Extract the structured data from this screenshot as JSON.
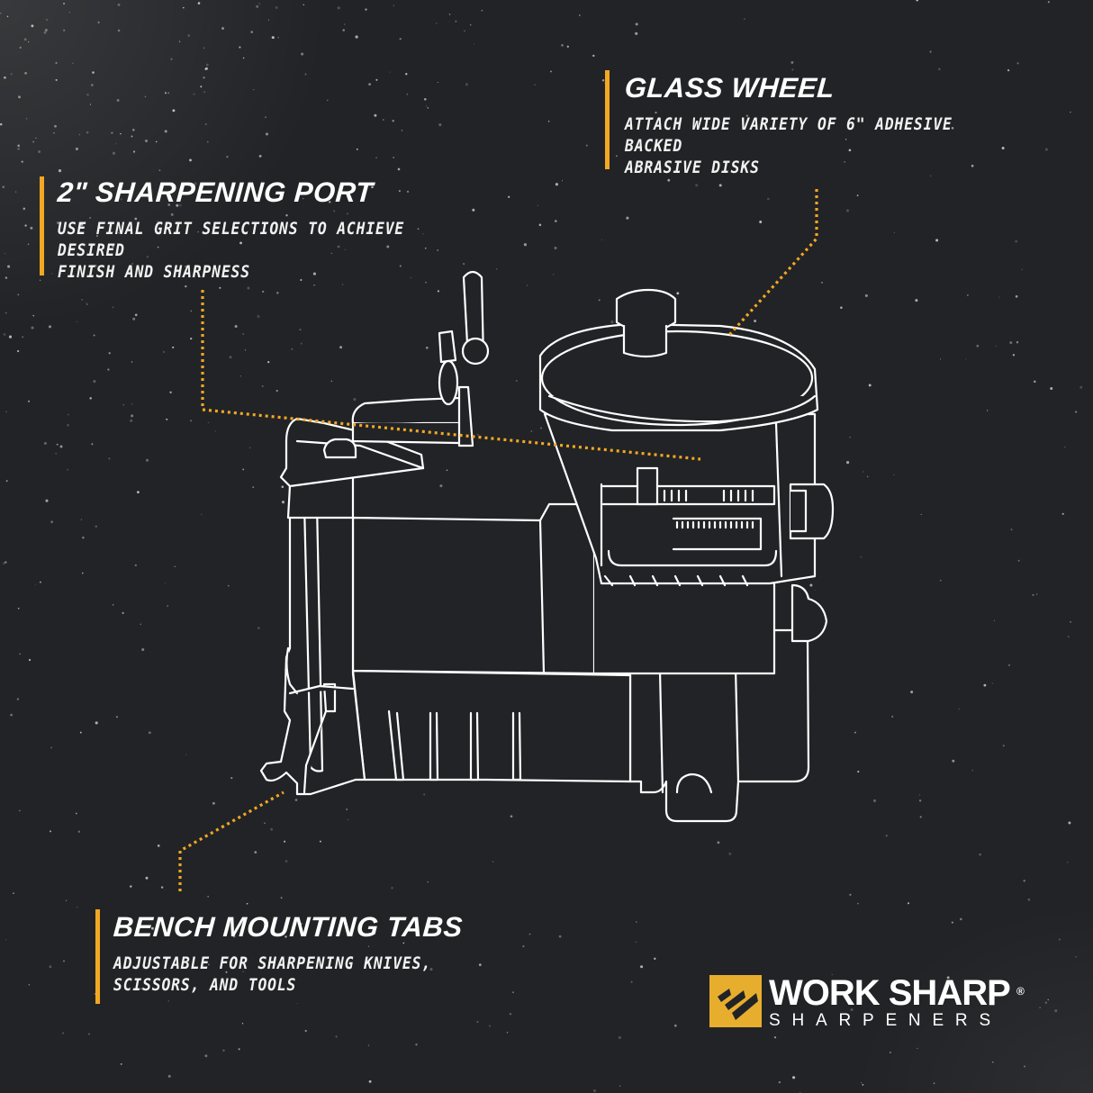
{
  "colors": {
    "background": "#222326",
    "accent": "#f1a823",
    "logo_gold": "#e7ae2e",
    "line_art": "#ffffff",
    "text": "#ffffff"
  },
  "callouts": [
    {
      "id": "glass-wheel",
      "title": "GLASS WHEEL",
      "description": "ATTACH WIDE VARIETY OF 6\" ADHESIVE BACKED\nABRASIVE DISKS"
    },
    {
      "id": "sharpening-port",
      "title": "2\" SHARPENING PORT",
      "description": "USE FINAL GRIT SELECTIONS TO ACHIEVE DESIRED\nFINISH AND SHARPNESS"
    },
    {
      "id": "bench-mounting-tabs",
      "title": "BENCH MOUNTING TABS",
      "description": "ADJUSTABLE FOR SHARPENING KNIVES,\nSCISSORS, AND TOOLS"
    }
  ],
  "illustration": {
    "subject": "bench-sharpener-line-drawing",
    "icon": "sharpener-machine-outline"
  },
  "logo": {
    "icon": "work-sharp-chevron-mark",
    "brand": "WORK SHARP",
    "registered": "®",
    "tagline": "SHARPENERS"
  }
}
